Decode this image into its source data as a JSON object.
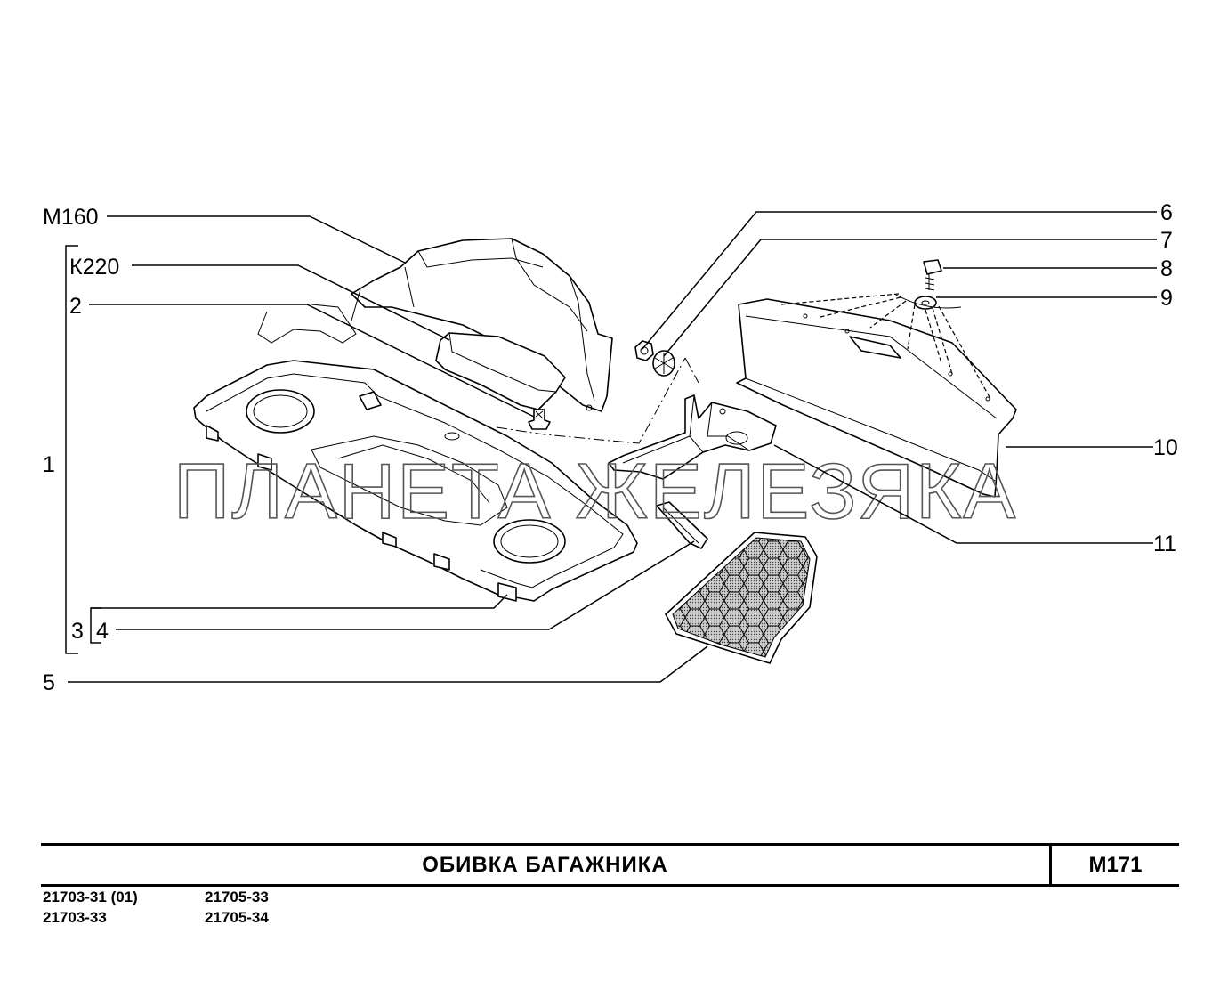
{
  "callouts": {
    "m160": "М160",
    "k220": "К220",
    "n1": "1",
    "n2": "2",
    "n3": "3",
    "n4": "4",
    "n5": "5",
    "n6": "6",
    "n7": "7",
    "n8": "8",
    "n9": "9",
    "n10": "10",
    "n11": "11"
  },
  "watermark": "ПЛАНЕТА ЖЕЛЕЗЯКА",
  "title_block": {
    "title": "ОБИВКА БАГАЖНИКА",
    "page_code": "М171"
  },
  "models": [
    "21703-31 (01)",
    "21705-33",
    "21703-33",
    "21705-34"
  ]
}
